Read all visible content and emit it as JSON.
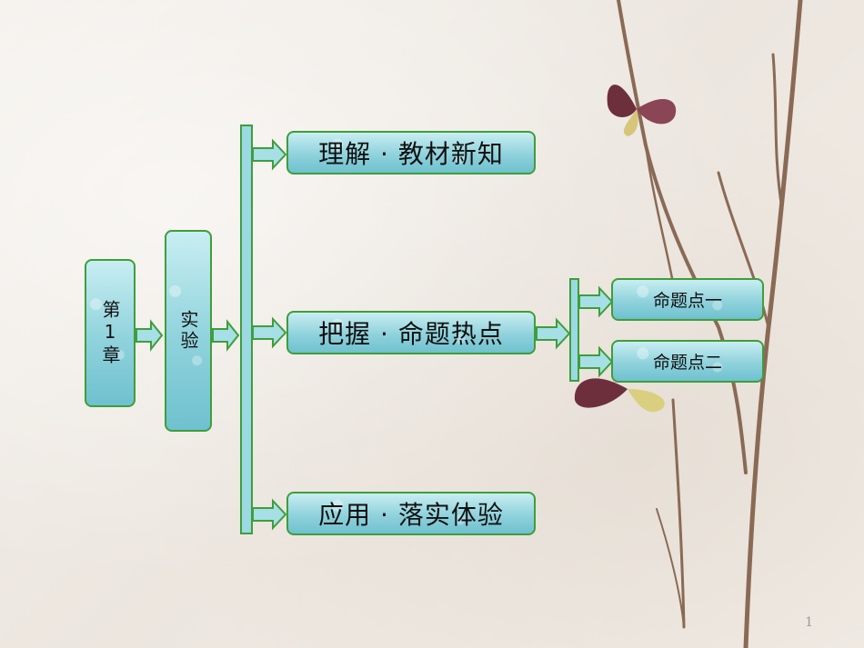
{
  "nodes": {
    "chapter": "第1章",
    "experiment": "实验",
    "branches": [
      "理解 · 教材新知",
      "把握 · 命题热点",
      "应用 · 落实体验"
    ],
    "topics": [
      "命题点一",
      "命题点二"
    ]
  },
  "colors": {
    "box_fill": "#8fd2dc",
    "border": "#3f9e3a",
    "branch": "#8a6a55"
  },
  "page_number": "1"
}
